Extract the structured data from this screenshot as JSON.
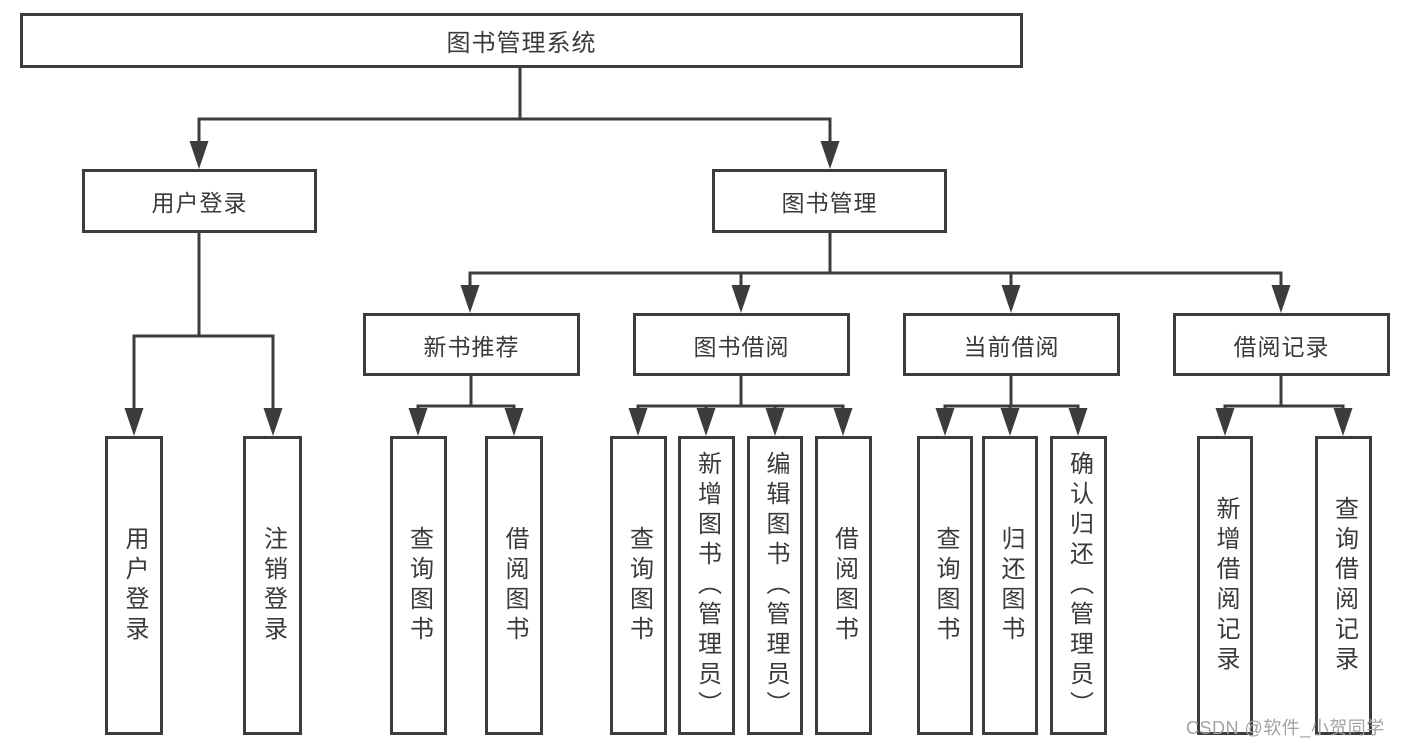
{
  "diagram": {
    "title": "图书管理系统",
    "level2": [
      {
        "label": "用户登录"
      },
      {
        "label": "图书管理"
      }
    ],
    "level3": [
      {
        "label": "新书推荐",
        "parent": "图书管理"
      },
      {
        "label": "图书借阅",
        "parent": "图书管理"
      },
      {
        "label": "当前借阅",
        "parent": "图书管理"
      },
      {
        "label": "借阅记录",
        "parent": "图书管理"
      }
    ],
    "leaves": [
      {
        "label": "用户登录",
        "parent": "用户登录"
      },
      {
        "label": "注销登录",
        "parent": "用户登录"
      },
      {
        "label": "查询图书",
        "parent": "新书推荐"
      },
      {
        "label": "借阅图书",
        "parent": "新书推荐"
      },
      {
        "label": "查询图书",
        "parent": "图书借阅"
      },
      {
        "label": "新增图书（管理员）",
        "parent": "图书借阅"
      },
      {
        "label": "编辑图书（管理员）",
        "parent": "图书借阅"
      },
      {
        "label": "借阅图书",
        "parent": "图书借阅"
      },
      {
        "label": "查询图书",
        "parent": "当前借阅"
      },
      {
        "label": "归还图书",
        "parent": "当前借阅"
      },
      {
        "label": "确认归还（管理员）",
        "parent": "当前借阅"
      },
      {
        "label": "新增借阅记录",
        "parent": "借阅记录"
      },
      {
        "label": "查询借阅记录",
        "parent": "借阅记录"
      }
    ],
    "colors": {
      "line": "#3c3c3c",
      "text": "#3a3a3a",
      "box_fill": "#ffffff",
      "watermark": "#a3a3a3"
    }
  },
  "watermark": "CSDN @软件_小贺同学"
}
